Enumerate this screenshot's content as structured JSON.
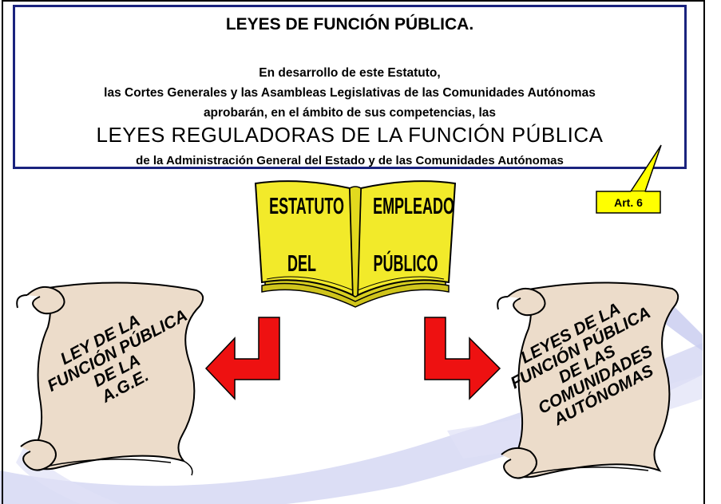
{
  "header": {
    "title": "LEYES DE FUNCIÓN PÚBLICA.",
    "line1": "En desarrollo de este Estatuto,",
    "line2": "las Cortes Generales y las Asambleas Legislativas de las Comunidades Autónomas",
    "line3": "aprobarán, en el ámbito de sus competencias, las",
    "highlight": "LEYES REGULADORAS DE LA FUNCIÓN PÚBLICA",
    "line4": "de la Administración General del Estado y de las Comunidades Autónomas"
  },
  "callout": {
    "label": "Art. 6"
  },
  "book": {
    "left_top": "ESTATUTO",
    "left_bottom": "DEL",
    "right_top": "EMPLEADO",
    "right_bottom": "PÚBLICO"
  },
  "scroll_left": {
    "lines": [
      "LEY DE LA",
      "FUNCIÓN PÚBLICA",
      "DE LA",
      "A.G.E."
    ]
  },
  "scroll_right": {
    "lines": [
      "LEYES DE LA",
      "FUNCIÓN PÚBLICA",
      "DE LAS",
      "COMUNIDADES",
      "AUTÓNOMAS"
    ]
  },
  "colors": {
    "box_border": "#1a237e",
    "callout_fill": "#ffff00",
    "book_fill": "#f2ea2a",
    "arrow_fill": "#ee1111",
    "scroll_fill": "#ecdcca",
    "watermark": "#c7cbef"
  }
}
